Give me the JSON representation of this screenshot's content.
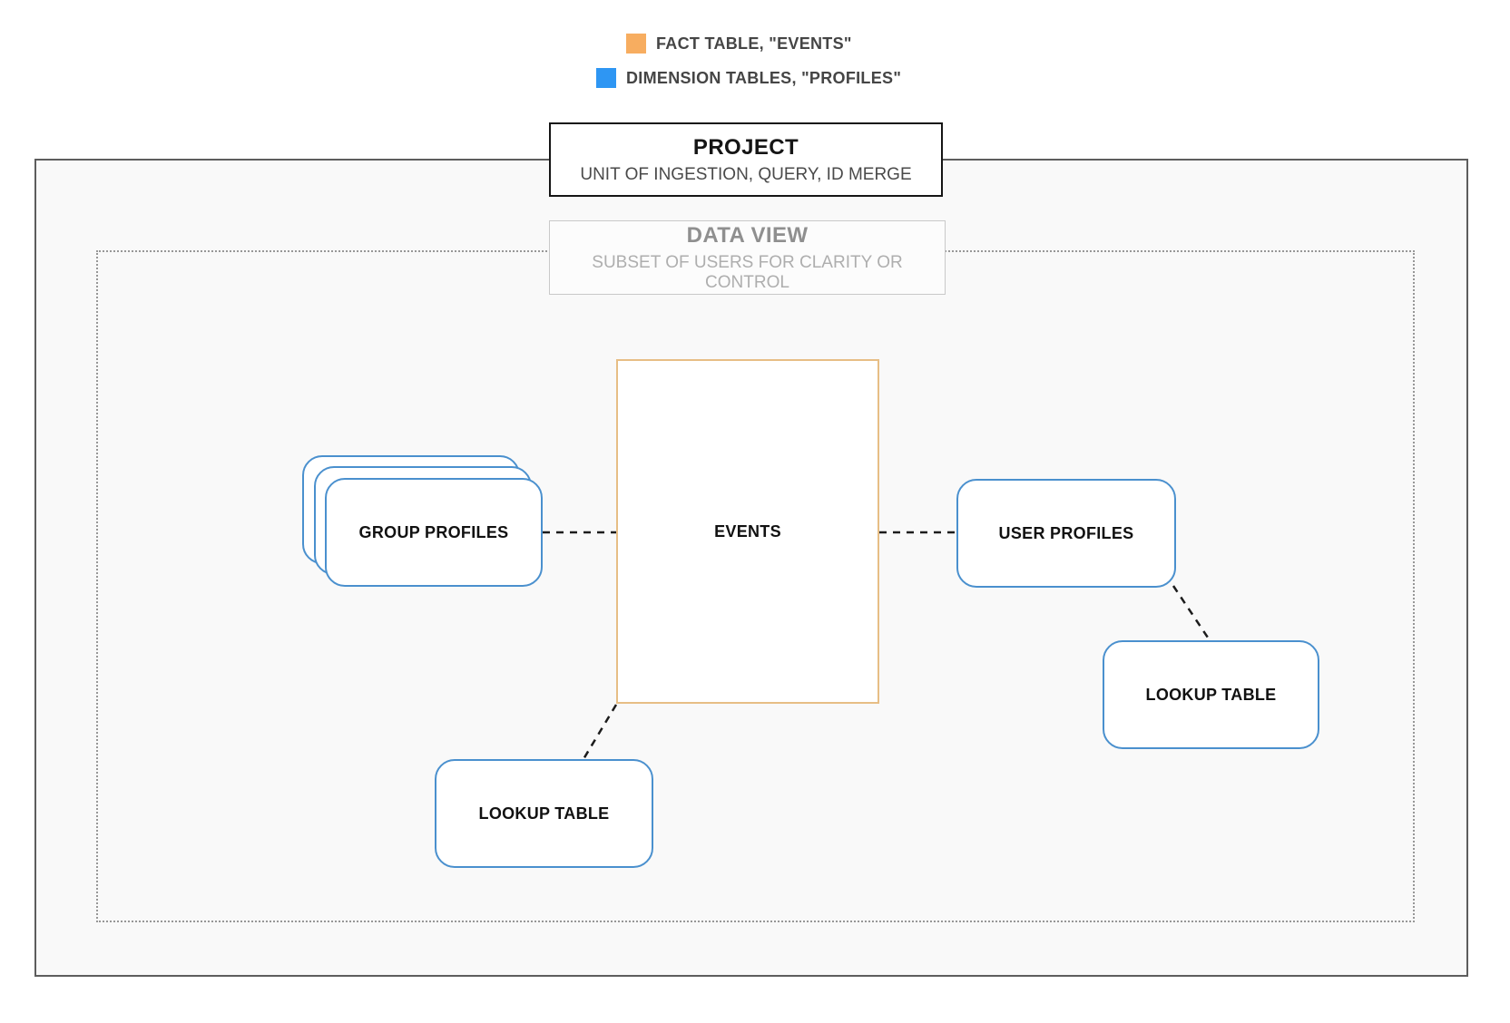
{
  "legend": {
    "items": [
      {
        "name": "fact-table",
        "label": "FACT TABLE, \"EVENTS\"",
        "color": "#F7AD60"
      },
      {
        "name": "dimension-tables",
        "label": "DIMENSION TABLES, \"PROFILES\"",
        "color": "#2E96F3"
      }
    ]
  },
  "project": {
    "title": "PROJECT",
    "subtitle": "UNIT OF INGESTION, QUERY, ID MERGE"
  },
  "data_view": {
    "title": "DATA VIEW",
    "subtitle": "SUBSET OF USERS FOR CLARITY OR CONTROL"
  },
  "nodes": {
    "events": {
      "label": "EVENTS"
    },
    "group_profiles": {
      "label": "GROUP PROFILES"
    },
    "user_profiles": {
      "label": "USER PROFILES"
    },
    "lookup_right": {
      "label": "LOOKUP TABLE"
    },
    "lookup_bottom": {
      "label": "LOOKUP TABLE"
    }
  },
  "colors": {
    "fact_accent": "#F7AD60",
    "fact_border": "#E7BE85",
    "dimension_accent": "#2E96F3",
    "dimension_border": "#4A90CE",
    "connector": "#1c1c1c",
    "frame_solid": "#5D5D5D",
    "frame_dotted": "#979797"
  }
}
